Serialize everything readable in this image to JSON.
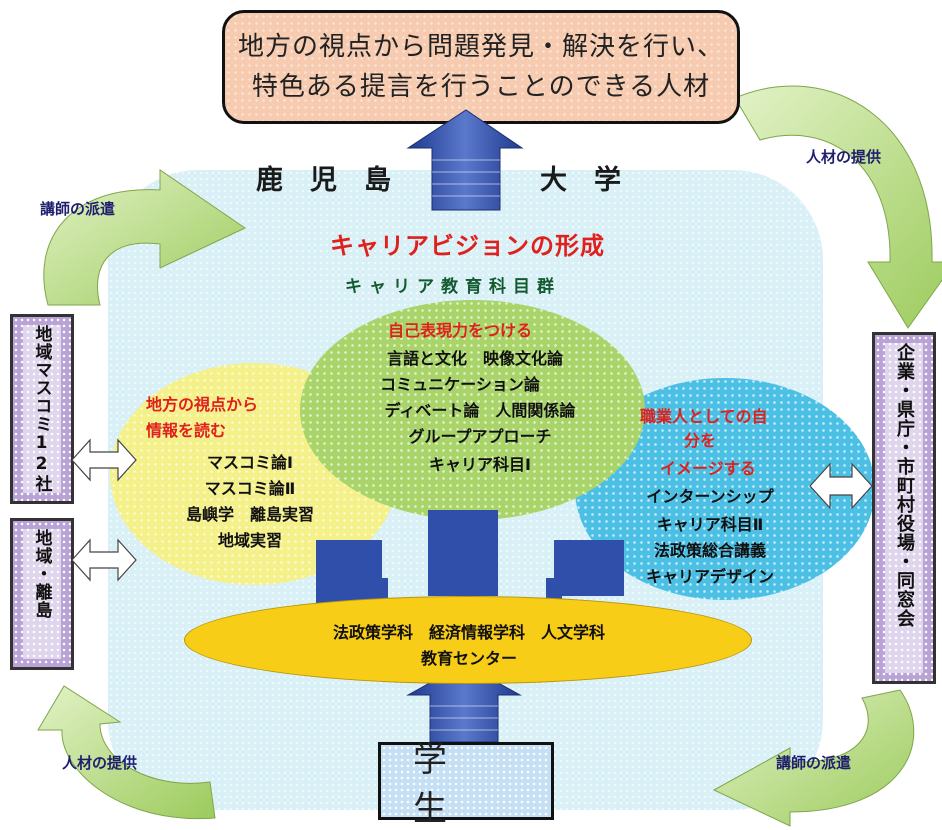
{
  "top_goal": {
    "line1": "地方の視点から問題発見・解決を行い、",
    "line2": "特色ある提言を行うことのできる人材"
  },
  "university": {
    "left": "鹿　児　島",
    "right": "大　学"
  },
  "career_vision_title": "キャリアビジョンの形成",
  "career_subjects_title": "キャリア教育科目群",
  "circle_left": {
    "heading1": "地方の視点から",
    "heading2": "情報を読む",
    "items": [
      "マスコミ論Ⅰ",
      "マスコミ論Ⅱ",
      "島嶼学　離島実習",
      "地域実習"
    ]
  },
  "circle_center": {
    "heading": "自己表現力をつける",
    "items": [
      "言語と文化　映像文化論",
      "コミュニケーション論",
      "ディベート論　人間関係論",
      "グループアプローチ",
      "キャリア科目Ⅰ"
    ]
  },
  "circle_right": {
    "heading1": "職業人としての自",
    "heading2": "分を",
    "heading3": "イメージする",
    "items": [
      "インターンシップ",
      "キャリア科目Ⅱ",
      "法政策総合講義",
      "キャリアデザイン"
    ]
  },
  "faculties": {
    "line1": "法政策学科　経済情報学科　人文学科",
    "line2": "教育センター"
  },
  "left_box_media": "地域マスコミ12社",
  "left_box_region": "地域・離島",
  "right_box": "企業・県庁・市町村役場・同窓会",
  "student": "学　生",
  "flows": {
    "top_left": "講師の派遣",
    "top_right": "人材の提供",
    "bottom_left": "人材の提供",
    "bottom_right": "講師の派遣"
  },
  "colors": {
    "accent_red": "#e0201c",
    "accent_green_text": "#145a30",
    "arrow_blue": "#2f4faa",
    "curved_arrow_green": "#b4d97a"
  }
}
